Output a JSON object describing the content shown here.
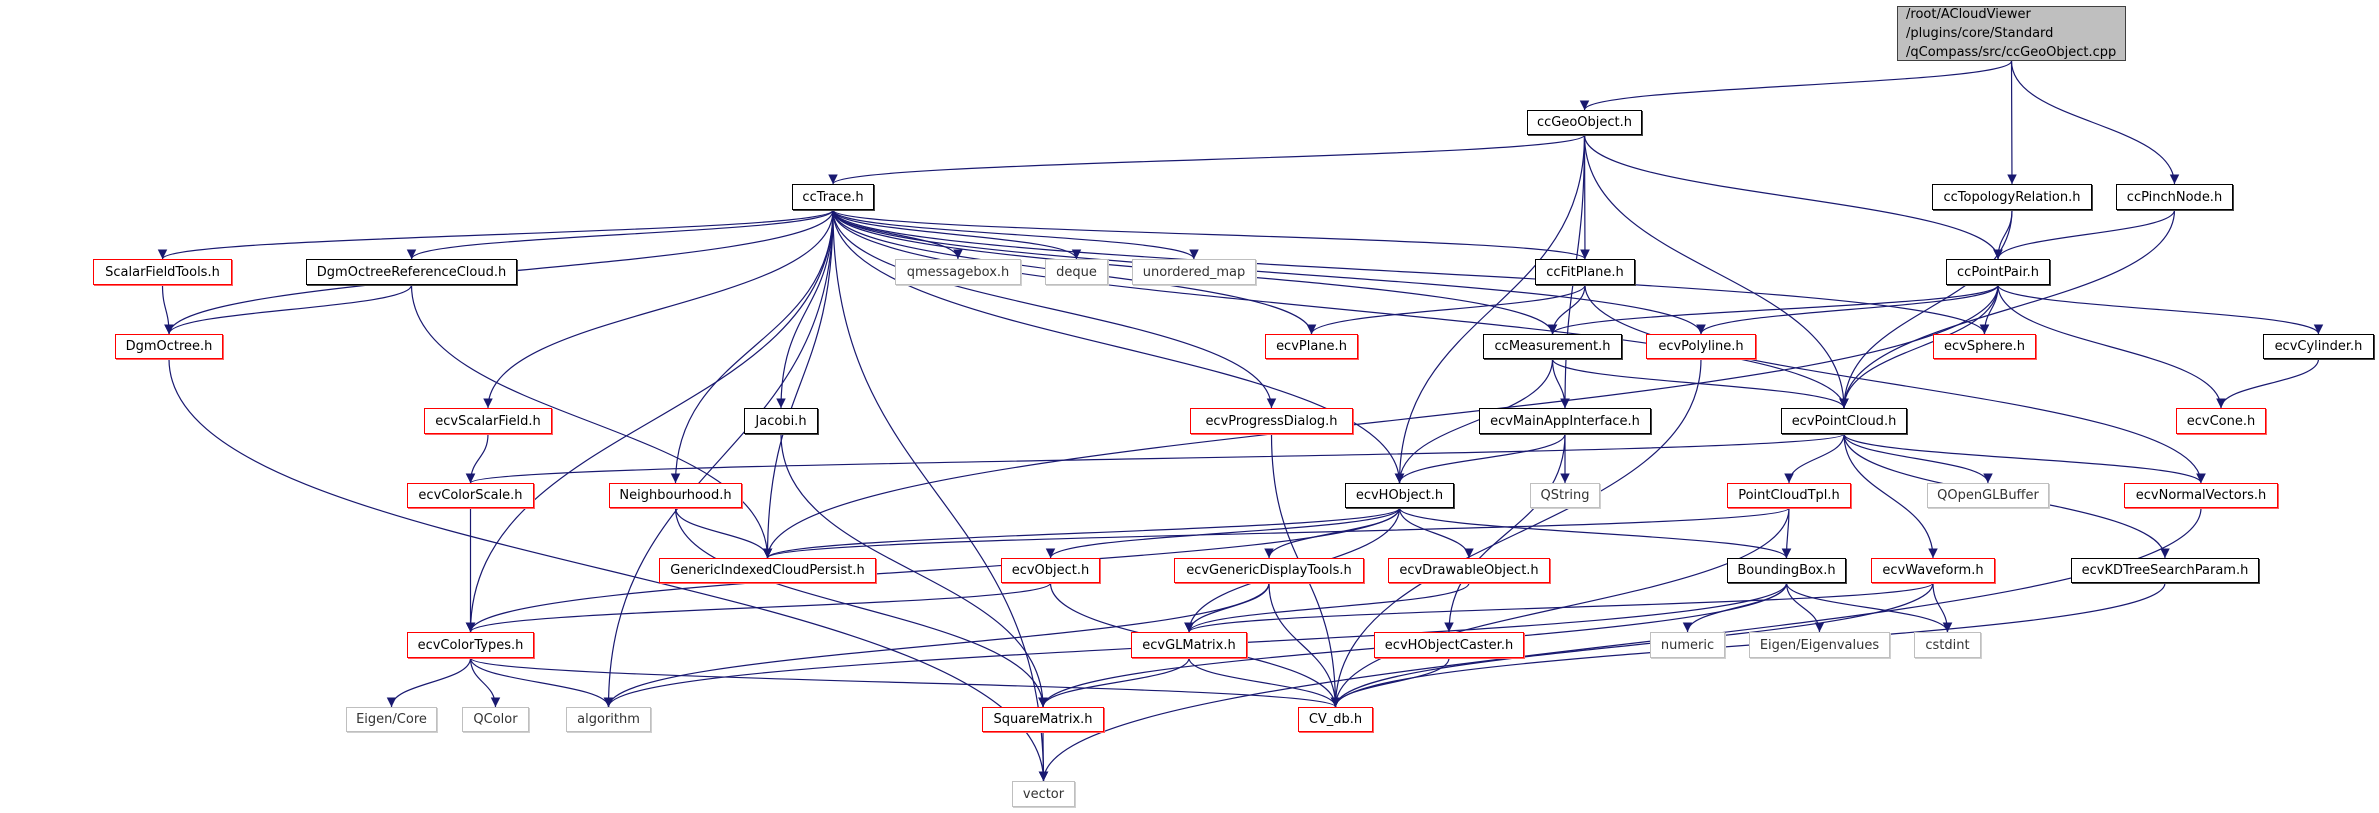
{
  "colors": {
    "edge": "#191970",
    "documented_border": "#000000",
    "truncated_border": "#ff0000",
    "external_border": "#bfbfbf",
    "root_fill": "#bfbfbf"
  },
  "nodes": [
    {
      "id": "root",
      "label": "/root/ACloudViewer\n/plugins/core/Standard\n/qCompass/src/ccGeoObject.cpp",
      "kind": "root"
    },
    {
      "id": "ccGeoObject",
      "label": "ccGeoObject.h",
      "kind": "doc"
    },
    {
      "id": "ccTrace",
      "label": "ccTrace.h",
      "kind": "doc"
    },
    {
      "id": "ccTopologyRelation",
      "label": "ccTopologyRelation.h",
      "kind": "doc"
    },
    {
      "id": "ccPinchNode",
      "label": "ccPinchNode.h",
      "kind": "doc"
    },
    {
      "id": "ScalarFieldTools",
      "label": "ScalarFieldTools.h",
      "kind": "trunc"
    },
    {
      "id": "DgmOctreeReferenceCloud",
      "label": "DgmOctreeReferenceCloud.h",
      "kind": "doc"
    },
    {
      "id": "qmessagebox",
      "label": "qmessagebox.h",
      "kind": "ext"
    },
    {
      "id": "deque",
      "label": "deque",
      "kind": "ext"
    },
    {
      "id": "unordered_map",
      "label": "unordered_map",
      "kind": "ext"
    },
    {
      "id": "ccFitPlane",
      "label": "ccFitPlane.h",
      "kind": "doc"
    },
    {
      "id": "ccPointPair",
      "label": "ccPointPair.h",
      "kind": "doc"
    },
    {
      "id": "DgmOctree",
      "label": "DgmOctree.h",
      "kind": "trunc"
    },
    {
      "id": "ecvPlane",
      "label": "ecvPlane.h",
      "kind": "trunc"
    },
    {
      "id": "ccMeasurement",
      "label": "ccMeasurement.h",
      "kind": "doc"
    },
    {
      "id": "ecvPolyline",
      "label": "ecvPolyline.h",
      "kind": "trunc"
    },
    {
      "id": "ecvSphere",
      "label": "ecvSphere.h",
      "kind": "trunc"
    },
    {
      "id": "ecvCylinder",
      "label": "ecvCylinder.h",
      "kind": "doc"
    },
    {
      "id": "ecvScalarField",
      "label": "ecvScalarField.h",
      "kind": "trunc"
    },
    {
      "id": "Jacobi",
      "label": "Jacobi.h",
      "kind": "doc"
    },
    {
      "id": "ecvProgressDialog",
      "label": "ecvProgressDialog.h",
      "kind": "trunc"
    },
    {
      "id": "ecvMainAppInterface",
      "label": "ecvMainAppInterface.h",
      "kind": "doc"
    },
    {
      "id": "ecvPointCloud",
      "label": "ecvPointCloud.h",
      "kind": "doc"
    },
    {
      "id": "ecvCone",
      "label": "ecvCone.h",
      "kind": "trunc"
    },
    {
      "id": "ecvColorScale",
      "label": "ecvColorScale.h",
      "kind": "trunc"
    },
    {
      "id": "Neighbourhood",
      "label": "Neighbourhood.h",
      "kind": "trunc"
    },
    {
      "id": "ecvHObject",
      "label": "ecvHObject.h",
      "kind": "doc"
    },
    {
      "id": "QString",
      "label": "QString",
      "kind": "ext"
    },
    {
      "id": "PointCloudTpl",
      "label": "PointCloudTpl.h",
      "kind": "trunc"
    },
    {
      "id": "QOpenGLBuffer",
      "label": "QOpenGLBuffer",
      "kind": "ext"
    },
    {
      "id": "ecvNormalVectors",
      "label": "ecvNormalVectors.h",
      "kind": "trunc"
    },
    {
      "id": "GenericIndexedCloudPersist",
      "label": "GenericIndexedCloudPersist.h",
      "kind": "trunc"
    },
    {
      "id": "ecvObject",
      "label": "ecvObject.h",
      "kind": "trunc"
    },
    {
      "id": "ecvGenericDisplayTools",
      "label": "ecvGenericDisplayTools.h",
      "kind": "trunc"
    },
    {
      "id": "ecvDrawableObject",
      "label": "ecvDrawableObject.h",
      "kind": "trunc"
    },
    {
      "id": "BoundingBox",
      "label": "BoundingBox.h",
      "kind": "doc"
    },
    {
      "id": "ecvWaveform",
      "label": "ecvWaveform.h",
      "kind": "trunc"
    },
    {
      "id": "ecvKDTreeSearchParam",
      "label": "ecvKDTreeSearchParam.h",
      "kind": "doc"
    },
    {
      "id": "ecvColorTypes",
      "label": "ecvColorTypes.h",
      "kind": "trunc"
    },
    {
      "id": "ecvGLMatrix",
      "label": "ecvGLMatrix.h",
      "kind": "trunc"
    },
    {
      "id": "ecvHObjectCaster",
      "label": "ecvHObjectCaster.h",
      "kind": "trunc"
    },
    {
      "id": "numeric",
      "label": "numeric",
      "kind": "ext"
    },
    {
      "id": "EigenEigenvalues",
      "label": "Eigen/Eigenvalues",
      "kind": "ext"
    },
    {
      "id": "cstdint",
      "label": "cstdint",
      "kind": "ext"
    },
    {
      "id": "EigenCore",
      "label": "Eigen/Core",
      "kind": "ext"
    },
    {
      "id": "QColor",
      "label": "QColor",
      "kind": "ext"
    },
    {
      "id": "algorithm",
      "label": "algorithm",
      "kind": "ext"
    },
    {
      "id": "SquareMatrix",
      "label": "SquareMatrix.h",
      "kind": "trunc"
    },
    {
      "id": "CV_db",
      "label": "CV_db.h",
      "kind": "trunc"
    },
    {
      "id": "vector",
      "label": "vector",
      "kind": "ext"
    }
  ],
  "edges": [
    [
      "root",
      "ccGeoObject"
    ],
    [
      "root",
      "ccTopologyRelation"
    ],
    [
      "root",
      "ccPinchNode"
    ],
    [
      "ccGeoObject",
      "ccTrace"
    ],
    [
      "ccGeoObject",
      "ecvHObject"
    ],
    [
      "ccGeoObject",
      "ecvMainAppInterface"
    ],
    [
      "ccGeoObject",
      "ccFitPlane"
    ],
    [
      "ccGeoObject",
      "ecvPointCloud"
    ],
    [
      "ccGeoObject",
      "ccPointPair"
    ],
    [
      "ccTrace",
      "ScalarFieldTools"
    ],
    [
      "ccTrace",
      "DgmOctreeReferenceCloud"
    ],
    [
      "ccTrace",
      "DgmOctree"
    ],
    [
      "ccTrace",
      "vector"
    ],
    [
      "ccTrace",
      "ecvColorTypes"
    ],
    [
      "ccTrace",
      "ecvScalarField"
    ],
    [
      "ccTrace",
      "GenericIndexedCloudPersist"
    ],
    [
      "ccTrace",
      "algorithm"
    ],
    [
      "ccTrace",
      "Neighbourhood"
    ],
    [
      "ccTrace",
      "Jacobi"
    ],
    [
      "ccTrace",
      "ecvHObject"
    ],
    [
      "ccTrace",
      "ecvPlane"
    ],
    [
      "ccTrace",
      "qmessagebox"
    ],
    [
      "ccTrace",
      "deque"
    ],
    [
      "ccTrace",
      "unordered_map"
    ],
    [
      "ccTrace",
      "ecvProgressDialog"
    ],
    [
      "ccTrace",
      "ccFitPlane"
    ],
    [
      "ccTrace",
      "ccMeasurement"
    ],
    [
      "ccTrace",
      "ecvPolyline"
    ],
    [
      "ccTrace",
      "ecvPointCloud"
    ],
    [
      "ccTrace",
      "ecvSphere"
    ],
    [
      "ccTopologyRelation",
      "ccPointPair"
    ],
    [
      "ccTopologyRelation",
      "ecvPointCloud"
    ],
    [
      "ccPinchNode",
      "ccPointPair"
    ],
    [
      "ccPinchNode",
      "ecvPointCloud"
    ],
    [
      "ScalarFieldTools",
      "DgmOctree"
    ],
    [
      "DgmOctreeReferenceCloud",
      "DgmOctree"
    ],
    [
      "DgmOctreeReferenceCloud",
      "GenericIndexedCloudPersist"
    ],
    [
      "DgmOctree",
      "vector"
    ],
    [
      "ccFitPlane",
      "ecvPlane"
    ],
    [
      "ccFitPlane",
      "ccMeasurement"
    ],
    [
      "ccFitPlane",
      "ecvNormalVectors"
    ],
    [
      "ccPointPair",
      "GenericIndexedCloudPersist"
    ],
    [
      "ccPointPair",
      "ccMeasurement"
    ],
    [
      "ccPointPair",
      "ecvPolyline"
    ],
    [
      "ccPointPair",
      "ecvSphere"
    ],
    [
      "ccPointPair",
      "ecvPointCloud"
    ],
    [
      "ccPointPair",
      "ecvCone"
    ],
    [
      "ccPointPair",
      "ecvCylinder"
    ],
    [
      "ccMeasurement",
      "ecvHObject"
    ],
    [
      "ccMeasurement",
      "ecvMainAppInterface"
    ],
    [
      "ccMeasurement",
      "ecvPointCloud"
    ],
    [
      "ecvPolyline",
      "CV_db"
    ],
    [
      "ecvCylinder",
      "ecvCone"
    ],
    [
      "ecvScalarField",
      "ecvColorScale"
    ],
    [
      "Jacobi",
      "SquareMatrix"
    ],
    [
      "ecvProgressDialog",
      "CV_db"
    ],
    [
      "ecvMainAppInterface",
      "ecvHObject"
    ],
    [
      "ecvMainAppInterface",
      "QString"
    ],
    [
      "ecvMainAppInterface",
      "ecvHObjectCaster"
    ],
    [
      "ecvPointCloud",
      "ecvColorScale"
    ],
    [
      "ecvPointCloud",
      "PointCloudTpl"
    ],
    [
      "ecvPointCloud",
      "ecvWaveform"
    ],
    [
      "ecvPointCloud",
      "QOpenGLBuffer"
    ],
    [
      "ecvPointCloud",
      "ecvNormalVectors"
    ],
    [
      "ecvPointCloud",
      "ecvKDTreeSearchParam"
    ],
    [
      "ecvColorScale",
      "ecvColorTypes"
    ],
    [
      "Neighbourhood",
      "GenericIndexedCloudPersist"
    ],
    [
      "Neighbourhood",
      "SquareMatrix"
    ],
    [
      "ecvHObject",
      "GenericIndexedCloudPersist"
    ],
    [
      "ecvHObject",
      "ecvColorTypes"
    ],
    [
      "ecvHObject",
      "ecvObject"
    ],
    [
      "ecvHObject",
      "ecvGLMatrix"
    ],
    [
      "ecvHObject",
      "ecvGenericDisplayTools"
    ],
    [
      "ecvHObject",
      "ecvDrawableObject"
    ],
    [
      "ecvHObject",
      "BoundingBox"
    ],
    [
      "PointCloudTpl",
      "GenericIndexedCloudPersist"
    ],
    [
      "PointCloudTpl",
      "BoundingBox"
    ],
    [
      "PointCloudTpl",
      "CV_db"
    ],
    [
      "ecvNormalVectors",
      "vector"
    ],
    [
      "ecvObject",
      "ecvColorTypes"
    ],
    [
      "ecvObject",
      "CV_db"
    ],
    [
      "ecvGenericDisplayTools",
      "algorithm"
    ],
    [
      "ecvGenericDisplayTools",
      "ecvGLMatrix"
    ],
    [
      "ecvGenericDisplayTools",
      "CV_db"
    ],
    [
      "ecvDrawableObject",
      "ecvGLMatrix"
    ],
    [
      "BoundingBox",
      "algorithm"
    ],
    [
      "BoundingBox",
      "numeric"
    ],
    [
      "BoundingBox",
      "EigenEigenvalues"
    ],
    [
      "BoundingBox",
      "cstdint"
    ],
    [
      "BoundingBox",
      "SquareMatrix"
    ],
    [
      "ecvWaveform",
      "ecvGLMatrix"
    ],
    [
      "ecvWaveform",
      "cstdint"
    ],
    [
      "ecvWaveform",
      "CV_db"
    ],
    [
      "ecvKDTreeSearchParam",
      "CV_db"
    ],
    [
      "ecvColorTypes",
      "EigenCore"
    ],
    [
      "ecvColorTypes",
      "QColor"
    ],
    [
      "ecvColorTypes",
      "algorithm"
    ],
    [
      "ecvColorTypes",
      "CV_db"
    ],
    [
      "ecvGLMatrix",
      "SquareMatrix"
    ],
    [
      "ecvGLMatrix",
      "CV_db"
    ],
    [
      "ecvHObjectCaster",
      "CV_db"
    ],
    [
      "SquareMatrix",
      "vector"
    ]
  ]
}
